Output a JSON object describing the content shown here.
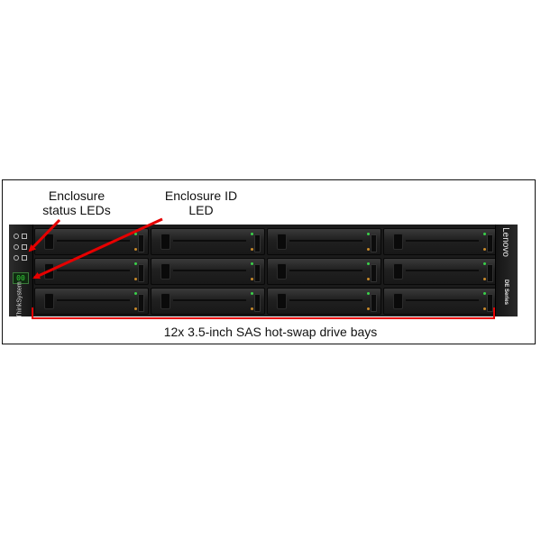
{
  "callouts": {
    "status_leds": [
      "Enclosure",
      "status LEDs"
    ],
    "enclosure_id": [
      "Enclosure ID",
      "LED"
    ],
    "drive_bays": "12x 3.5-inch SAS hot-swap drive bays"
  },
  "chassis": {
    "id_display": "00",
    "brand": "Lenovo",
    "series": "DE Series",
    "left_ear_text": "ThinkSystem",
    "bay_rows": 3,
    "bay_columns": 4
  },
  "colors": {
    "callout_red": "#e60000",
    "chassis": "#1a1a1a",
    "bay_led_green": "#3bd24a"
  }
}
